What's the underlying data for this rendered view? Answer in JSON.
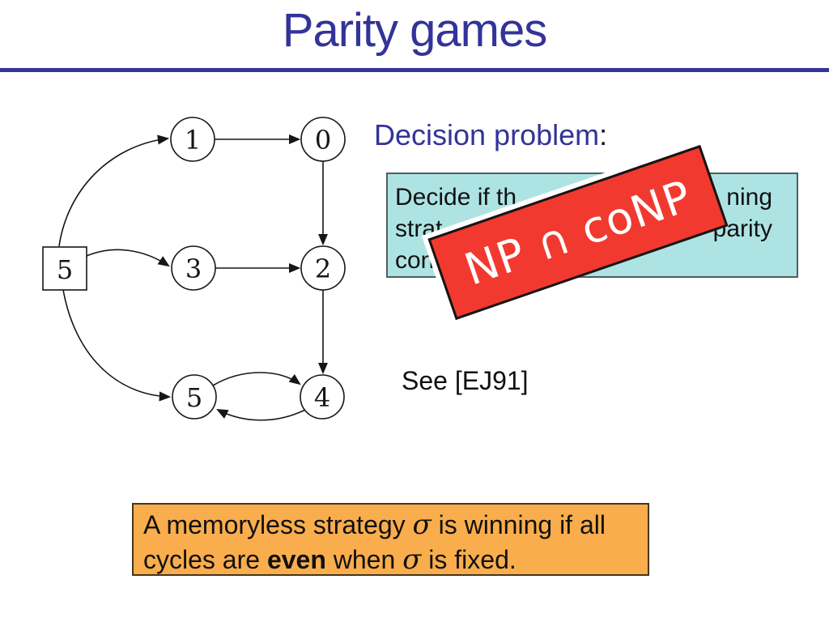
{
  "slide": {
    "title": "Parity games",
    "accent_color": "#333399"
  },
  "decision": {
    "label": "Decision problem",
    "colon": ":"
  },
  "problem_box": {
    "bg_color": "#aee3e3",
    "l1a": "Decide if th",
    "l1b": "ning",
    "l2a": "strat",
    "l2b": "parity",
    "l3a": "con"
  },
  "stamp": {
    "text": "NP ∩ coNP",
    "bg_color": "#f2392f",
    "text_color": "#ffffff"
  },
  "reference": {
    "text": "See [EJ91]"
  },
  "note_box": {
    "bg_color": "#f9ad4d",
    "l1a": "A memoryless strategy ",
    "l1sigma": "σ",
    "l1b": " is winning if all",
    "l2a": "cycles are ",
    "l2bold": "even",
    "l2b": " when ",
    "l2sigma": "σ",
    "l2c": " is fixed."
  },
  "graph": {
    "nodes": [
      {
        "id": "s5",
        "label": "5",
        "shape": "square"
      },
      {
        "id": "v1",
        "label": "1",
        "shape": "circle"
      },
      {
        "id": "v0",
        "label": "0",
        "shape": "circle"
      },
      {
        "id": "v3",
        "label": "3",
        "shape": "circle"
      },
      {
        "id": "v2",
        "label": "2",
        "shape": "circle"
      },
      {
        "id": "v5",
        "label": "5",
        "shape": "circle"
      },
      {
        "id": "v4",
        "label": "4",
        "shape": "circle"
      }
    ],
    "edges": [
      {
        "from": "s5",
        "to": "v1"
      },
      {
        "from": "s5",
        "to": "v3"
      },
      {
        "from": "s5",
        "to": "v5"
      },
      {
        "from": "v1",
        "to": "v0"
      },
      {
        "from": "v0",
        "to": "v2"
      },
      {
        "from": "v3",
        "to": "v2"
      },
      {
        "from": "v2",
        "to": "v4"
      },
      {
        "from": "v5",
        "to": "v4"
      },
      {
        "from": "v4",
        "to": "v5"
      }
    ]
  }
}
